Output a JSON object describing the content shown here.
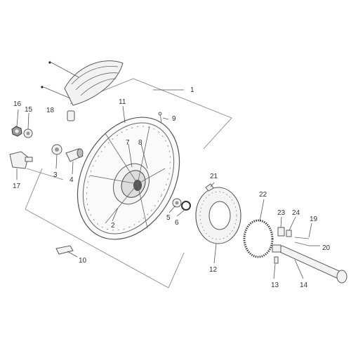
{
  "colors": {
    "line": "#555555",
    "text": "#333333",
    "part_fill": "#f2f2f2"
  },
  "callouts": [
    {
      "id": "c1",
      "text": "1"
    },
    {
      "id": "c2",
      "text": "2"
    },
    {
      "id": "c3",
      "text": "3"
    },
    {
      "id": "c4",
      "text": "4"
    },
    {
      "id": "c5",
      "text": "5"
    },
    {
      "id": "c6",
      "text": "6"
    },
    {
      "id": "c7",
      "text": "7"
    },
    {
      "id": "c8",
      "text": "8"
    },
    {
      "id": "c9",
      "text": "9"
    },
    {
      "id": "c10",
      "text": "10"
    },
    {
      "id": "c11",
      "text": "11"
    },
    {
      "id": "c12",
      "text": "12"
    },
    {
      "id": "c13",
      "text": "13"
    },
    {
      "id": "c14",
      "text": "14"
    },
    {
      "id": "c15",
      "text": "15"
    },
    {
      "id": "c16",
      "text": "16"
    },
    {
      "id": "c17",
      "text": "17"
    },
    {
      "id": "c18",
      "text": "18"
    },
    {
      "id": "c19",
      "text": "19"
    },
    {
      "id": "c20",
      "text": "20"
    },
    {
      "id": "c21",
      "text": "21"
    },
    {
      "id": "c22",
      "text": "22"
    },
    {
      "id": "c23",
      "text": "23"
    },
    {
      "id": "c24",
      "text": "24"
    }
  ]
}
